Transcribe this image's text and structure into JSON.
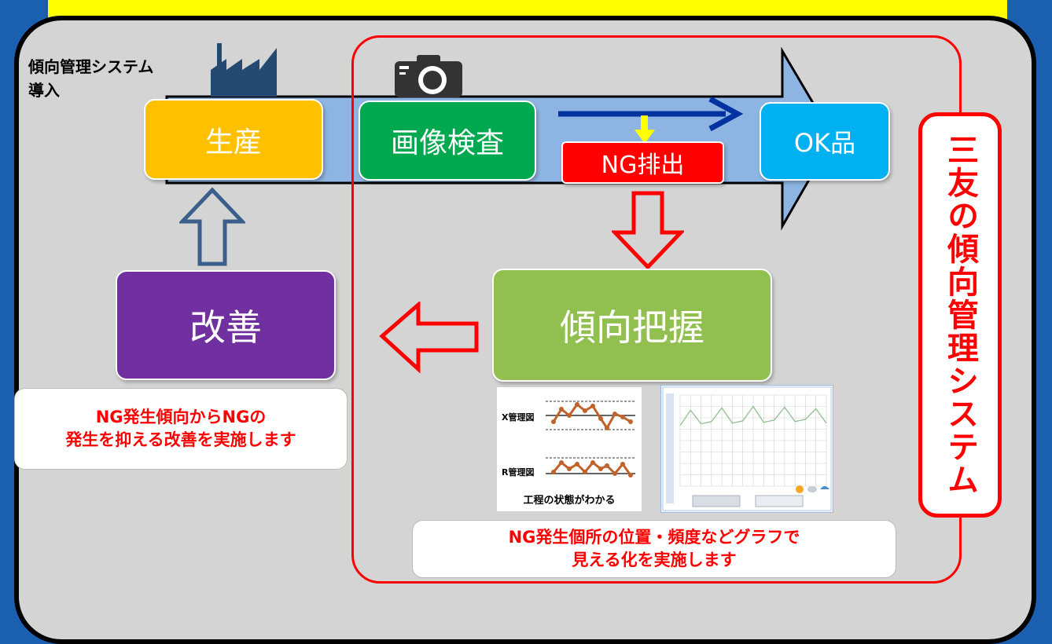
{
  "colors": {
    "background": "#1a5fb0",
    "panel": "#d4d4d4",
    "banner": "#ffff00",
    "highlight_red": "#ff0000",
    "production": "#ffc000",
    "inspection": "#00a84f",
    "ok_product": "#00b0f0",
    "improvement": "#7030a0",
    "trend": "#92c050",
    "main_arrow": "#8db4e2",
    "flow_arrow": "#0033a0"
  },
  "icons": {
    "factory": "factory-icon",
    "camera": "camera-icon"
  },
  "left_label": {
    "line1": "傾向管理システム",
    "line2": "導入"
  },
  "process": {
    "production": "生産",
    "inspection": "画像検査",
    "ng_ejection": "NG排出",
    "ok_product": "OK品"
  },
  "improvement": "改善",
  "trend_grasp": "傾向把握",
  "improvement_note": {
    "line1": "NG発生傾向からNGの",
    "line2": "発生を抑える改善を実施します"
  },
  "graph_note": {
    "line1": "NG発生個所の位置・頻度などグラフで",
    "line2": "見える化を実施します"
  },
  "system_name": "三友の傾向管理システム",
  "control_chart": {
    "xbar_label": "X管理図",
    "r_label": "R管理図",
    "caption": "工程の状態がわかる"
  },
  "line_chart": {
    "values": [
      80,
      100,
      82,
      85,
      103,
      83,
      86,
      105,
      84,
      87,
      104,
      85,
      88,
      102,
      83
    ]
  }
}
